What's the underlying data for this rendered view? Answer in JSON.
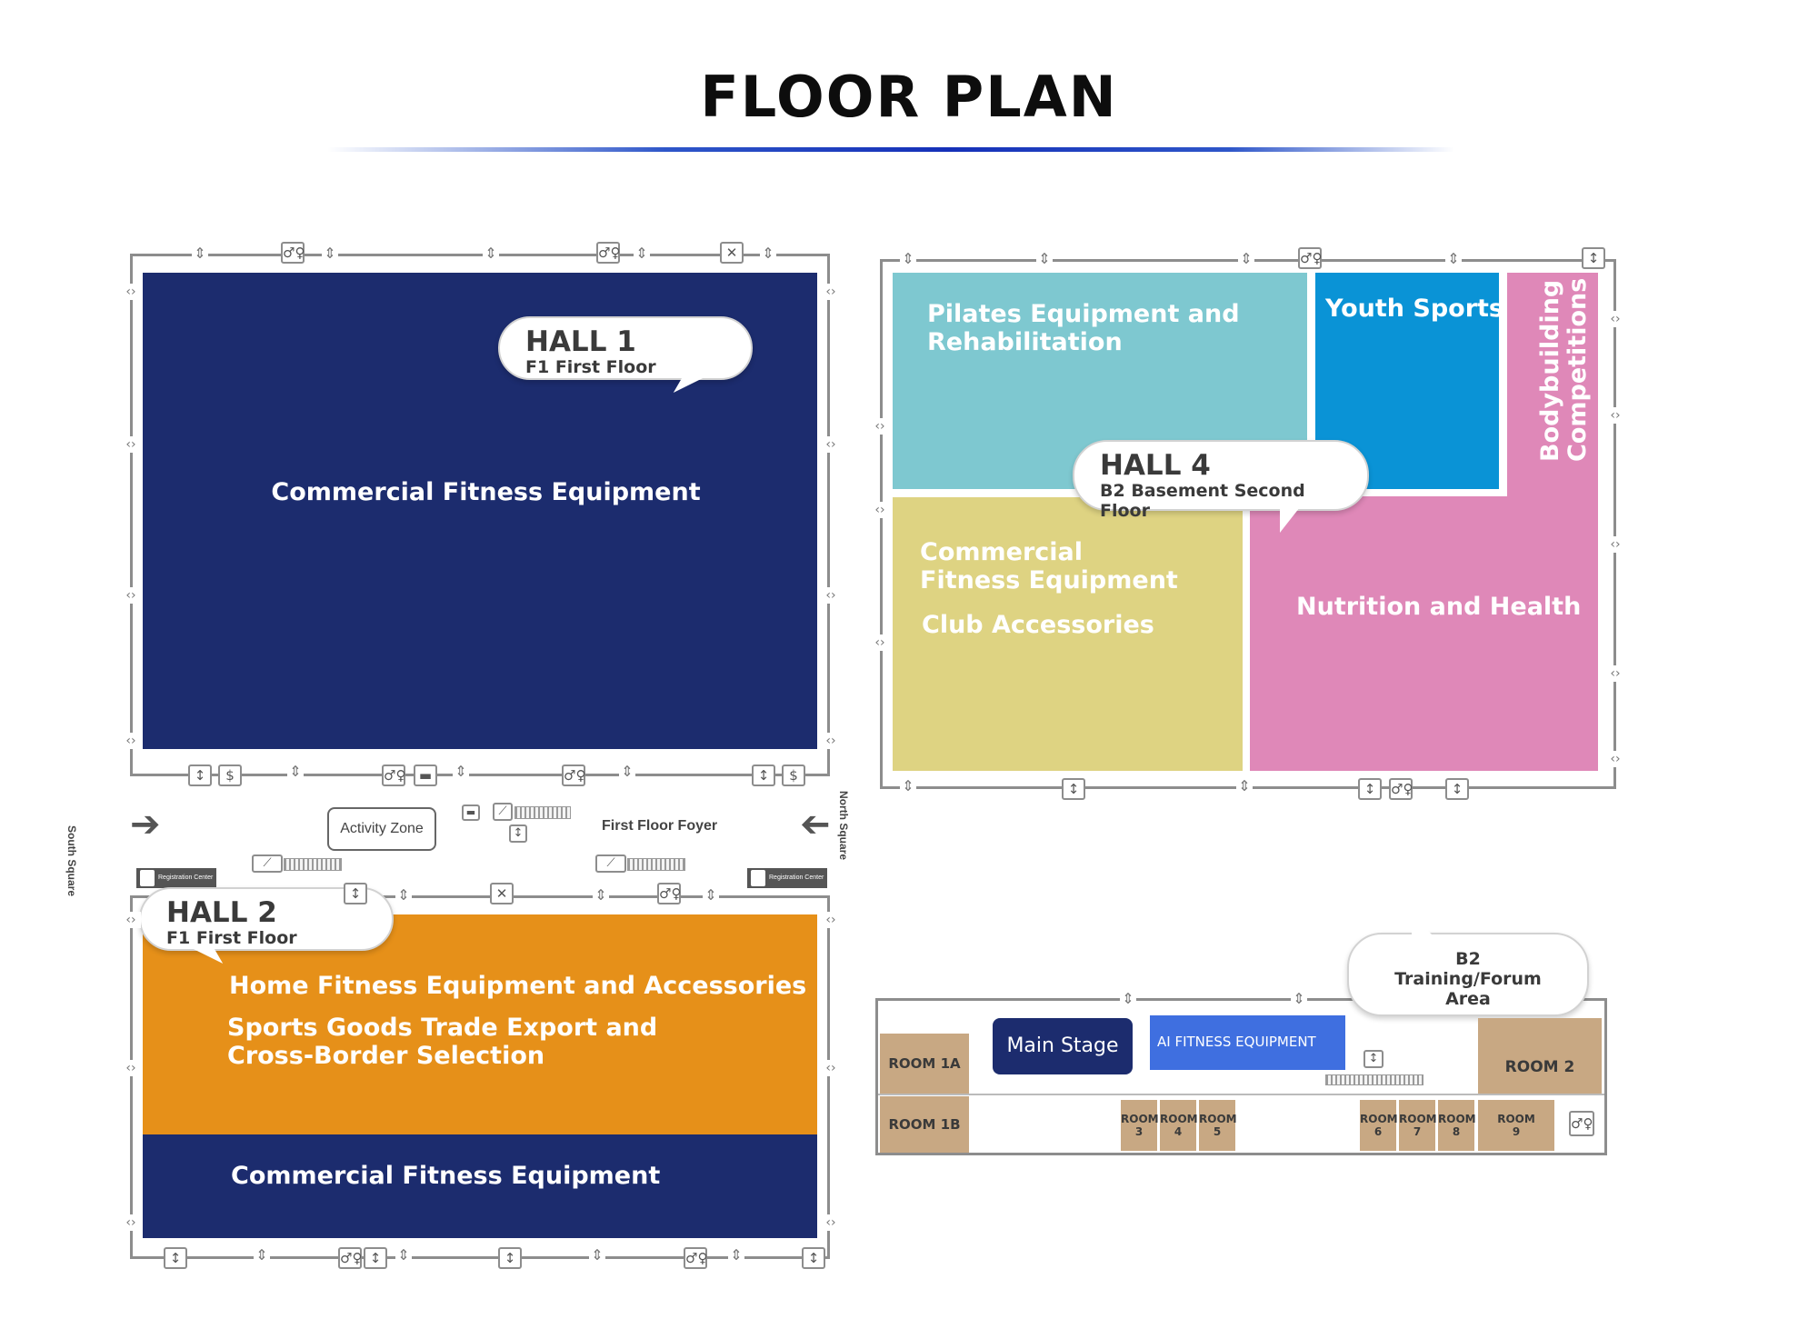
{
  "page": {
    "title": "FLOOR PLAN"
  },
  "colors": {
    "navy": "#1c2c6e",
    "orange": "#e69019",
    "teal": "#7ec8d0",
    "blue": "#0a93d6",
    "pink": "#df88b8",
    "yellow": "#ded382",
    "room_tan": "#c8a883",
    "ai_blue": "#3f6fe0"
  },
  "hall1": {
    "name": "HALL 1",
    "floor": "F1 First Floor",
    "zone": "Commercial Fitness Equipment"
  },
  "hall2": {
    "name": "HALL 2",
    "floor": "F1 First Floor",
    "zone_orange_1": "Home Fitness Equipment and Accessories",
    "zone_orange_2a": "Sports Goods Trade Export and",
    "zone_orange_2b": "Cross-Border Selection",
    "zone_navy": "Commercial Fitness Equipment"
  },
  "hall4": {
    "name": "HALL 4",
    "floor": "B2 Basement Second Floor",
    "pilates_a": "Pilates Equipment and",
    "pilates_b": "Rehabilitation",
    "youth": "Youth Sports",
    "bodybuilding_a": "Bodybuilding",
    "bodybuilding_b": "Competitions",
    "commercial_a": "Commercial",
    "commercial_b": "Fitness Equipment",
    "club": "Club Accessories",
    "nutrition": "Nutrition and Health"
  },
  "foyer": {
    "activity_zone": "Activity Zone",
    "first_floor_foyer": "First Floor Foyer",
    "south_square": "South Square",
    "north_square": "North Square",
    "registration": "Registration Center"
  },
  "b2_area": {
    "title": "B2",
    "subtitle": "Training/Forum Area",
    "main_stage": "Main Stage",
    "ai": "AI FITNESS EQUIPMENT",
    "room_1a": "ROOM 1A",
    "room_1b": "ROOM 1B",
    "room_2": "ROOM 2",
    "rooms_small": [
      {
        "a": "ROOM",
        "b": "3"
      },
      {
        "a": "ROOM",
        "b": "4"
      },
      {
        "a": "ROOM",
        "b": "5"
      },
      {
        "a": "ROOM",
        "b": "6"
      },
      {
        "a": "ROOM",
        "b": "7"
      },
      {
        "a": "ROOM",
        "b": "8"
      },
      {
        "a": "ROOM",
        "b": "9"
      }
    ]
  },
  "icons": {
    "restroom": "restroom-icon",
    "elevator": "elevator-icon",
    "dining": "dining-icon",
    "atm": "atm-icon",
    "door": "door-icon",
    "escalator": "escalator-icon",
    "arrow": "arrow-icon"
  }
}
